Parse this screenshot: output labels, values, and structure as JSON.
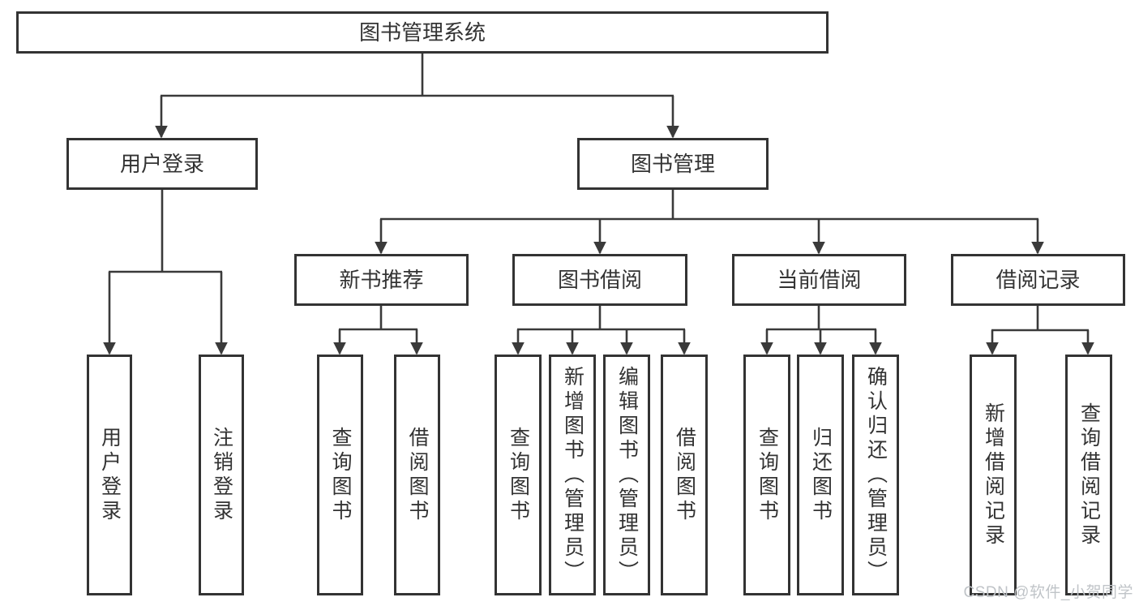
{
  "diagram": {
    "root": {
      "label": "图书管理系统",
      "children": [
        {
          "label": "用户登录",
          "children": [
            {
              "label": "用户登录"
            },
            {
              "label": "注销登录"
            }
          ]
        },
        {
          "label": "图书管理",
          "children": [
            {
              "label": "新书推荐",
              "children": [
                {
                  "label": "查询图书"
                },
                {
                  "label": "借阅图书"
                }
              ]
            },
            {
              "label": "图书借阅",
              "children": [
                {
                  "label": "查询图书"
                },
                {
                  "label": "新增图书（管理员）"
                },
                {
                  "label": "编辑图书（管理员）"
                },
                {
                  "label": "借阅图书"
                }
              ]
            },
            {
              "label": "当前借阅",
              "children": [
                {
                  "label": "查询图书"
                },
                {
                  "label": "归还图书"
                },
                {
                  "label": "确认归还（管理员）"
                }
              ]
            },
            {
              "label": "借阅记录",
              "children": [
                {
                  "label": "新增借阅记录"
                },
                {
                  "label": "查询借阅记录"
                }
              ]
            }
          ]
        }
      ]
    }
  },
  "watermark": {
    "text": "CSDN @软件_小贺同学"
  },
  "colors": {
    "line": "#3a3a3a",
    "box_border": "#333333",
    "text": "#333333",
    "background": "#ffffff",
    "watermark": "#c0c4c8"
  }
}
